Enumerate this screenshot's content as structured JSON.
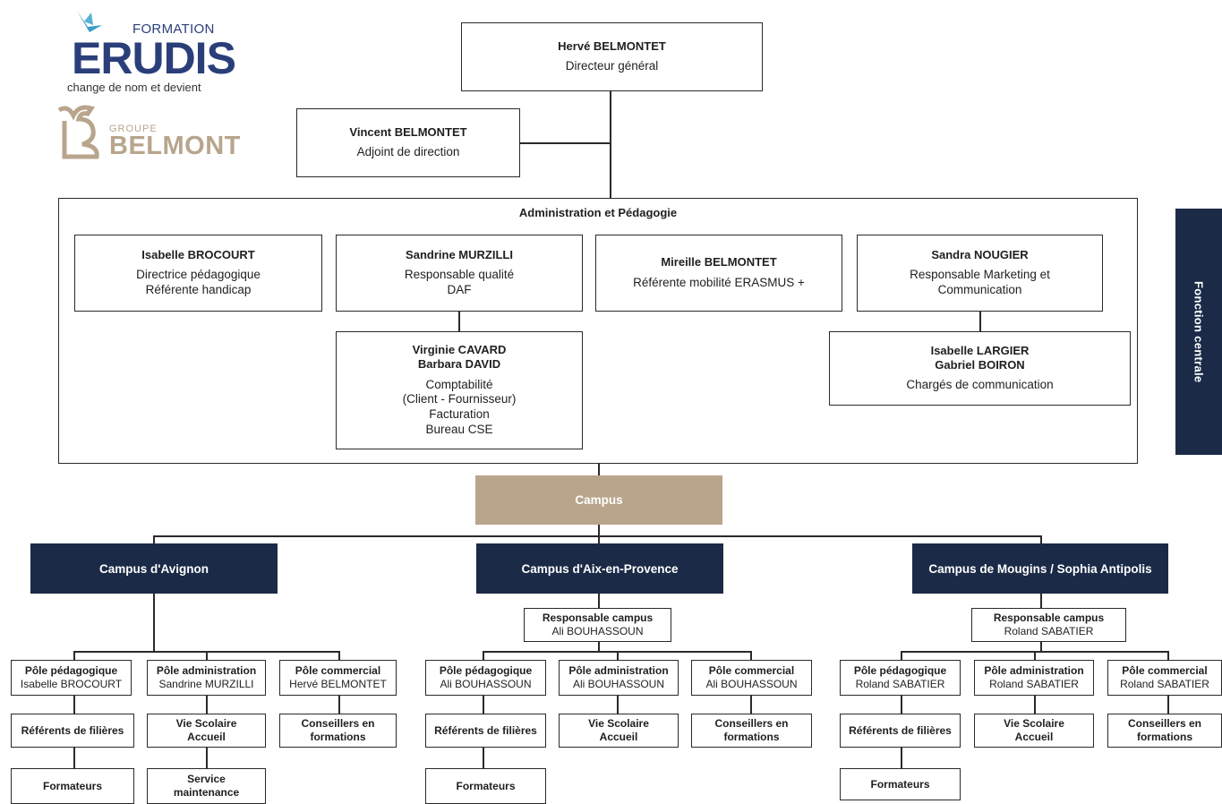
{
  "logo": {
    "formation": "FORMATION",
    "erudis": "ERUDIS",
    "tagline": "change de nom et devient",
    "groupe": "GROUPE",
    "belmont": "BELMONT"
  },
  "director": {
    "name": "Hervé BELMONTET",
    "role": "Directeur général"
  },
  "deputy": {
    "name": "Vincent BELMONTET",
    "role": "Adjoint de direction"
  },
  "admin": {
    "title": "Administration et Pédagogie",
    "brocourt": {
      "name": "Isabelle BROCOURT",
      "role1": "Directrice pédagogique",
      "role2": "Référente handicap"
    },
    "murzilli": {
      "name": "Sandrine MURZILLI",
      "role1": "Responsable qualité",
      "role2": "DAF"
    },
    "mireille": {
      "name": "Mireille BELMONTET",
      "role1": "Référente mobilité ERASMUS +"
    },
    "nougier": {
      "name": "Sandra  NOUGIER",
      "role1": "Responsable Marketing et",
      "role2": "Communication"
    },
    "compta": {
      "name1": "Virginie CAVARD",
      "name2": "Barbara DAVID",
      "l1": "Comptabilité",
      "l2": "(Client - Fournisseur)",
      "l3": "Facturation",
      "l4": "Bureau CSE"
    },
    "comm": {
      "name1": "Isabelle LARGIER",
      "name2": "Gabriel BOIRON",
      "role": "Chargés de communication"
    }
  },
  "side_label": "Fonction centrale",
  "campus_label": "Campus",
  "campuses": {
    "avignon": {
      "title": "Campus d'Avignon",
      "p1": {
        "t": "Pôle pédagogique",
        "s": "Isabelle BROCOURT"
      },
      "p2": {
        "t": "Pôle administration",
        "s": "Sandrine MURZILLI"
      },
      "p3": {
        "t": "Pôle commercial",
        "s": "Hervé BELMONTET"
      },
      "c1": "Référents de filières",
      "c2a": "Vie Scolaire",
      "c2b": "Accueil",
      "c3a": "Conseillers en",
      "c3b": "formations",
      "d1": "Formateurs",
      "d2a": "Service",
      "d2b": "maintenance"
    },
    "aix": {
      "title": "Campus d'Aix-en-Provence",
      "resp": {
        "t": "Responsable campus",
        "s": "Ali BOUHASSOUN"
      },
      "p1": {
        "t": "Pôle pédagogique",
        "s": "Ali BOUHASSOUN"
      },
      "p2": {
        "t": "Pôle administration",
        "s": "Ali BOUHASSOUN"
      },
      "p3": {
        "t": "Pôle commercial",
        "s": "Ali BOUHASSOUN"
      },
      "c1": "Référents de filières",
      "c2a": "Vie Scolaire",
      "c2b": "Accueil",
      "c3a": "Conseillers en",
      "c3b": "formations",
      "d1": "Formateurs"
    },
    "mougins": {
      "title": "Campus de Mougins / Sophia Antipolis",
      "resp": {
        "t": "Responsable campus",
        "s": "Roland SABATIER"
      },
      "p1": {
        "t": "Pôle pédagogique",
        "s": "Roland SABATIER"
      },
      "p2": {
        "t": "Pôle administration",
        "s": "Roland SABATIER"
      },
      "p3": {
        "t": "Pôle commercial",
        "s": "Roland SABATIER"
      },
      "c1": "Référents de filières",
      "c2a": "Vie Scolaire",
      "c2b": "Accueil",
      "c3a": "Conseillers en",
      "c3b": "formations",
      "d1": "Formateurs"
    }
  },
  "colors": {
    "navy": "#1b2a47",
    "tan": "#b8a58c",
    "logo_blue": "#2a3f7a",
    "bird_teal": "#3a9bc7"
  }
}
